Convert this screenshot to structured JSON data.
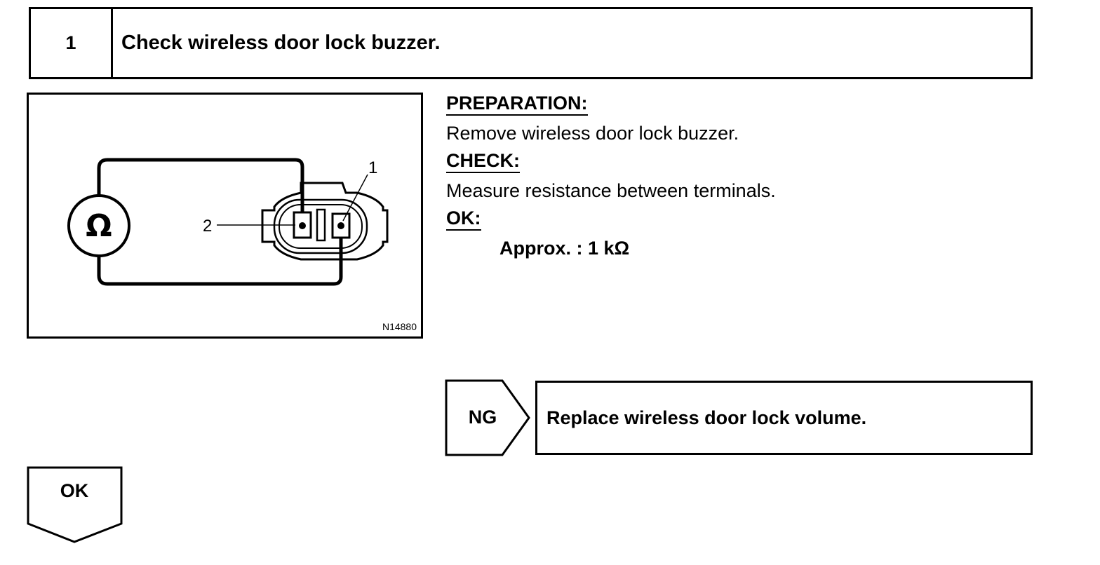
{
  "step": {
    "number": "1",
    "title": "Check wireless door lock buzzer."
  },
  "diagram": {
    "meter_symbol": "Ω",
    "terminal_1_label": "1",
    "terminal_2_label": "2",
    "figure_code": "N14880"
  },
  "instructions": {
    "preparation_heading": "PREPARATION:",
    "preparation_text": "Remove wireless door lock buzzer.",
    "check_heading": "CHECK:",
    "check_text": "Measure resistance between terminals.",
    "ok_heading": "OK:",
    "ok_spec": "Approx. : 1 kΩ"
  },
  "ng": {
    "label": "NG",
    "action": "Replace wireless door lock volume."
  },
  "ok": {
    "label": "OK"
  }
}
